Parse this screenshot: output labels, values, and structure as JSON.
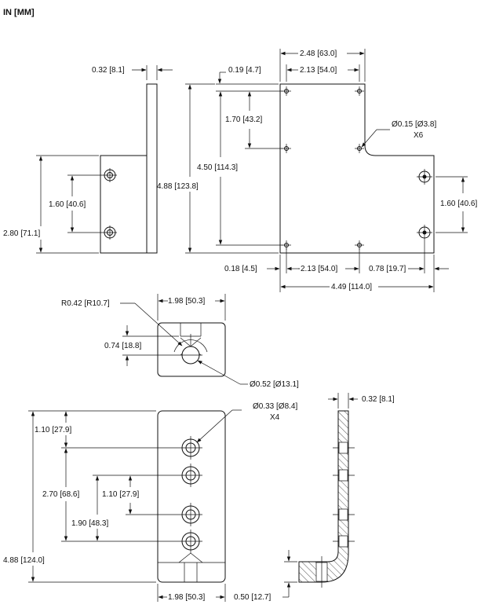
{
  "units": "IN [MM]",
  "dimensions": {
    "side_thickness": "0.32 [8.1]",
    "side_height_280": "2.80 [71.1]",
    "side_spacing_160": "1.60 [40.6]",
    "top_width_248": "2.48 [63.0]",
    "top_width_213_top": "2.13 [54.0]",
    "top_offset_019": "0.19 [4.7]",
    "top_170": "1.70 [43.2]",
    "top_450": "4.50 [114.3]",
    "top_488": "4.88 [123.8]",
    "top_small_hole": "Ø0.15 [Ø3.8]",
    "top_small_hole_qty": "X6",
    "top_right_160": "1.60 [40.6]",
    "top_018": "0.18 [4.5]",
    "top_213_bottom": "2.13 [54.0]",
    "top_078": "0.78 [19.7]",
    "top_449": "4.49 [114.0]",
    "detail_radius": "R0.42 [R10.7]",
    "detail_width": "1.98 [50.3]",
    "detail_074": "0.74 [18.8]",
    "detail_hole": "Ø0.52 [Ø13.1]",
    "bottom_hole": "Ø0.33 [Ø8.4]",
    "bottom_hole_qty": "X4",
    "bottom_thickness": "0.32 [8.1]",
    "bottom_110_top": "1.10 [27.9]",
    "bottom_270": "2.70 [68.6]",
    "bottom_110_mid": "1.10 [27.9]",
    "bottom_190": "1.90 [48.3]",
    "bottom_488": "4.88 [124.0]",
    "bottom_width": "1.98 [50.3]",
    "bottom_050": "0.50 [12.7]"
  }
}
